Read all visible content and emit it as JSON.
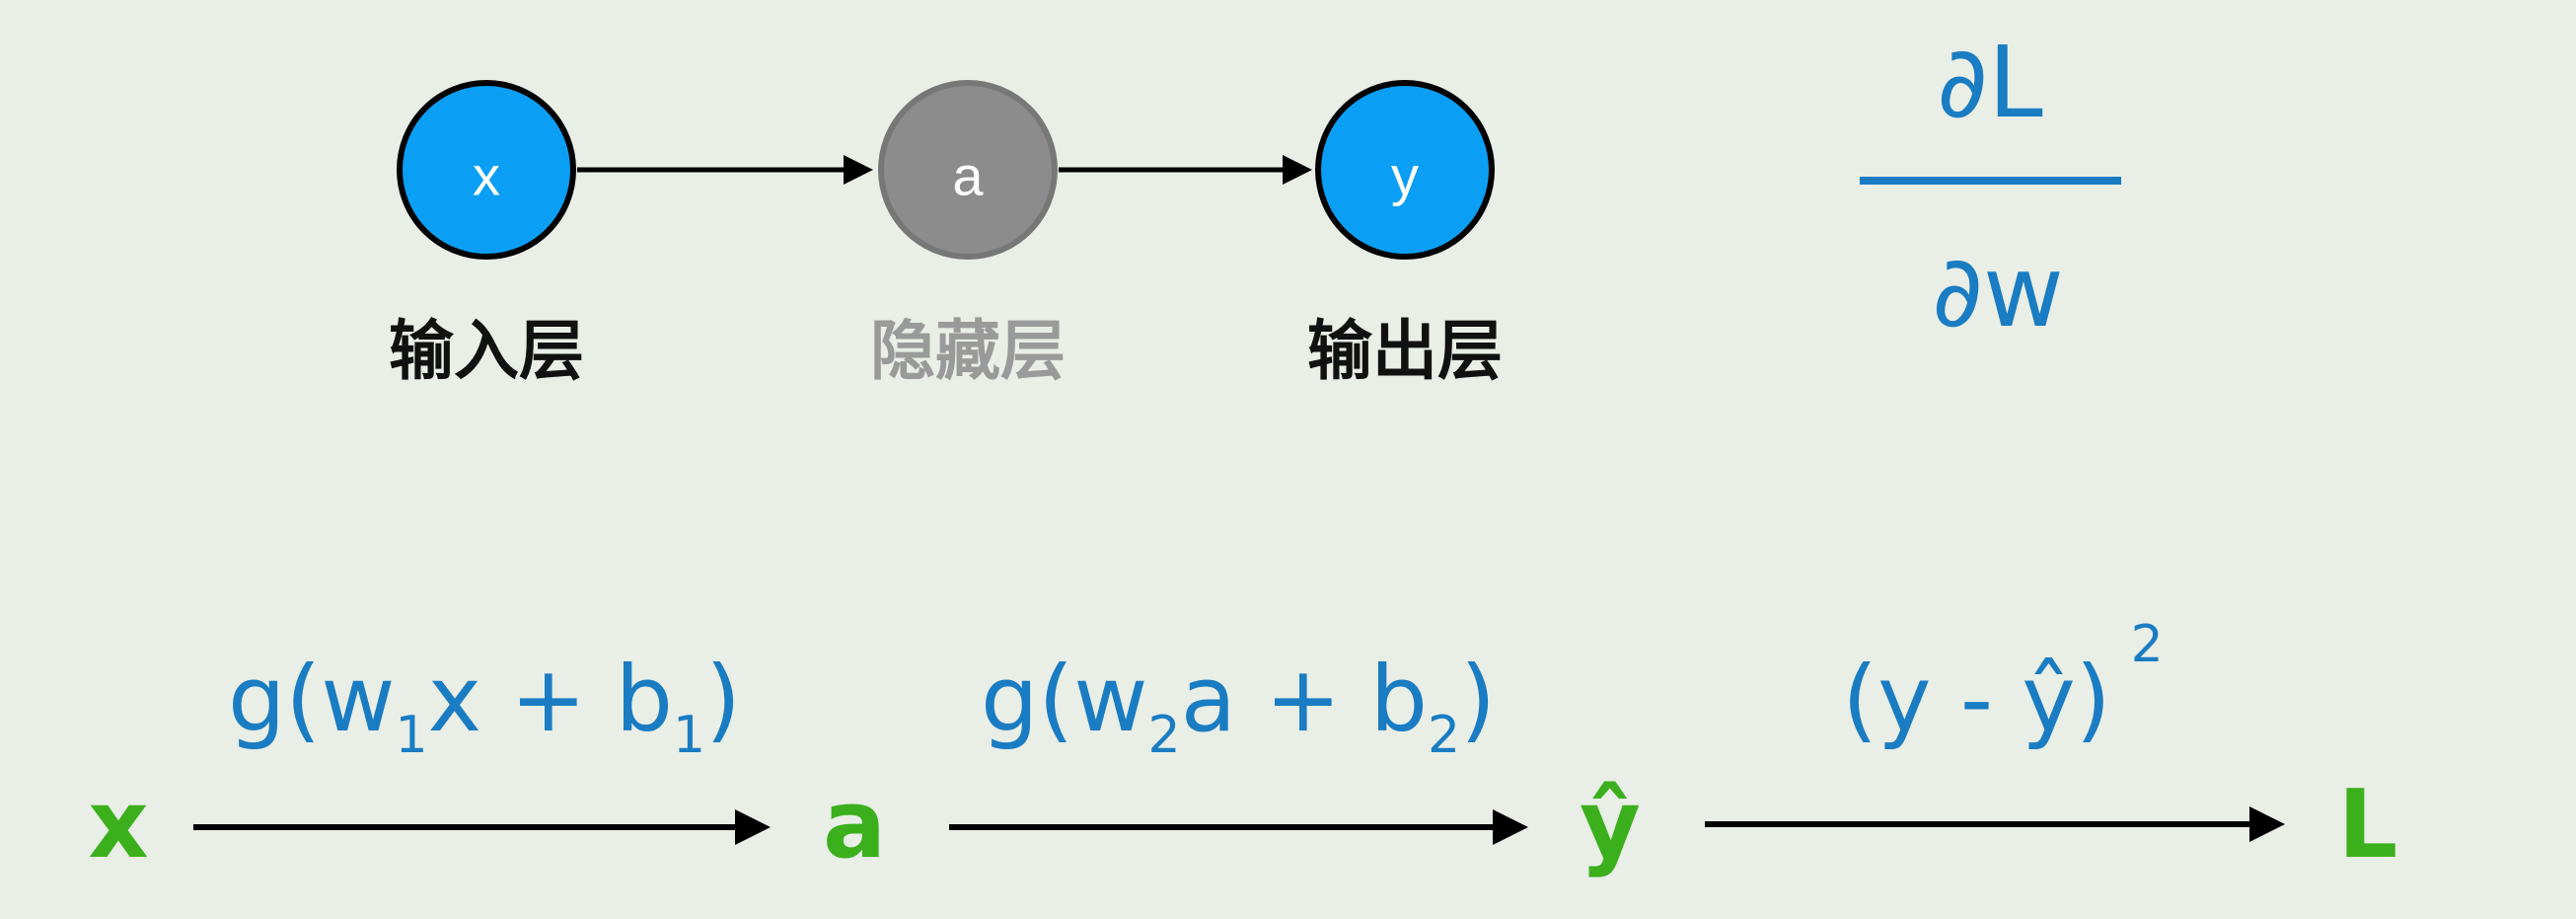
{
  "colors": {
    "background": "#e9eee6",
    "node_active": "#0a9ff5",
    "node_hidden": "#8c8c8c",
    "formula": "#1a7cc2",
    "variable": "#3bb01c"
  },
  "network": {
    "nodes": [
      {
        "symbol": "x",
        "label": "输入层"
      },
      {
        "symbol": "a",
        "label": "隐藏层"
      },
      {
        "symbol": "y",
        "label": "输出层"
      }
    ]
  },
  "derivative": {
    "numerator": "∂L",
    "denominator": "∂w"
  },
  "chain": {
    "variables": [
      "x",
      "a",
      "ŷ",
      "L"
    ],
    "functions": [
      {
        "fn": "g(w",
        "sub1": "1",
        "mid": "x + b",
        "sub2": "1",
        "end": ")"
      },
      {
        "fn": "g(w",
        "sub1": "2",
        "mid": "a + b",
        "sub2": "2",
        "end": ")"
      }
    ],
    "loss": {
      "expr": "(y - ŷ)",
      "power": "2"
    }
  }
}
